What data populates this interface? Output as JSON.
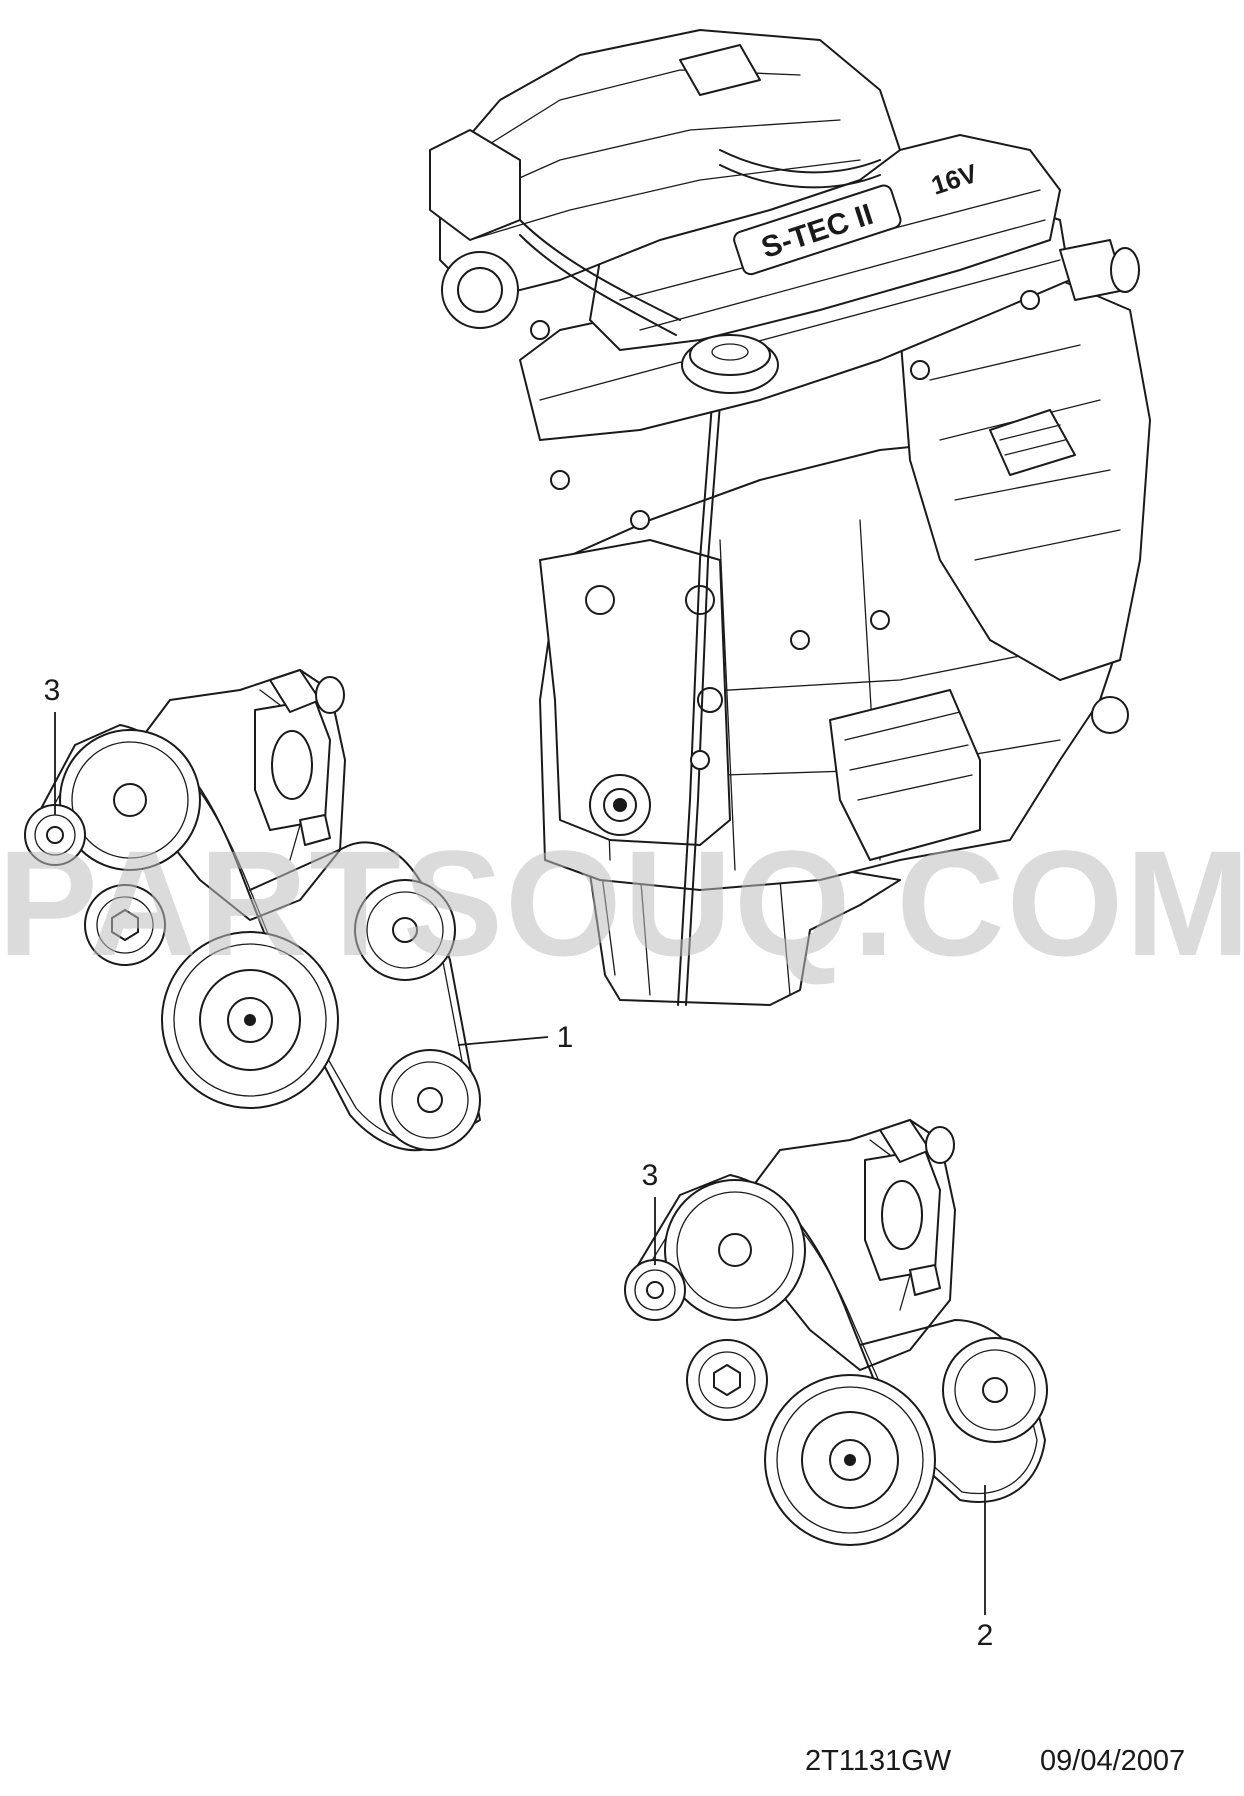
{
  "watermark": "PARTSOUQ.COM",
  "engine_label": "S-TEC II",
  "engine_label_2": "16V",
  "drawing_code": "2T1131GW",
  "drawing_date": "09/04/2007",
  "callouts": [
    {
      "id": "left-belt-assembly",
      "label": "3"
    },
    {
      "id": "upper-belt",
      "label": "1"
    },
    {
      "id": "right-belt-assembly",
      "label": "3"
    },
    {
      "id": "lower-belt",
      "label": "2"
    }
  ]
}
